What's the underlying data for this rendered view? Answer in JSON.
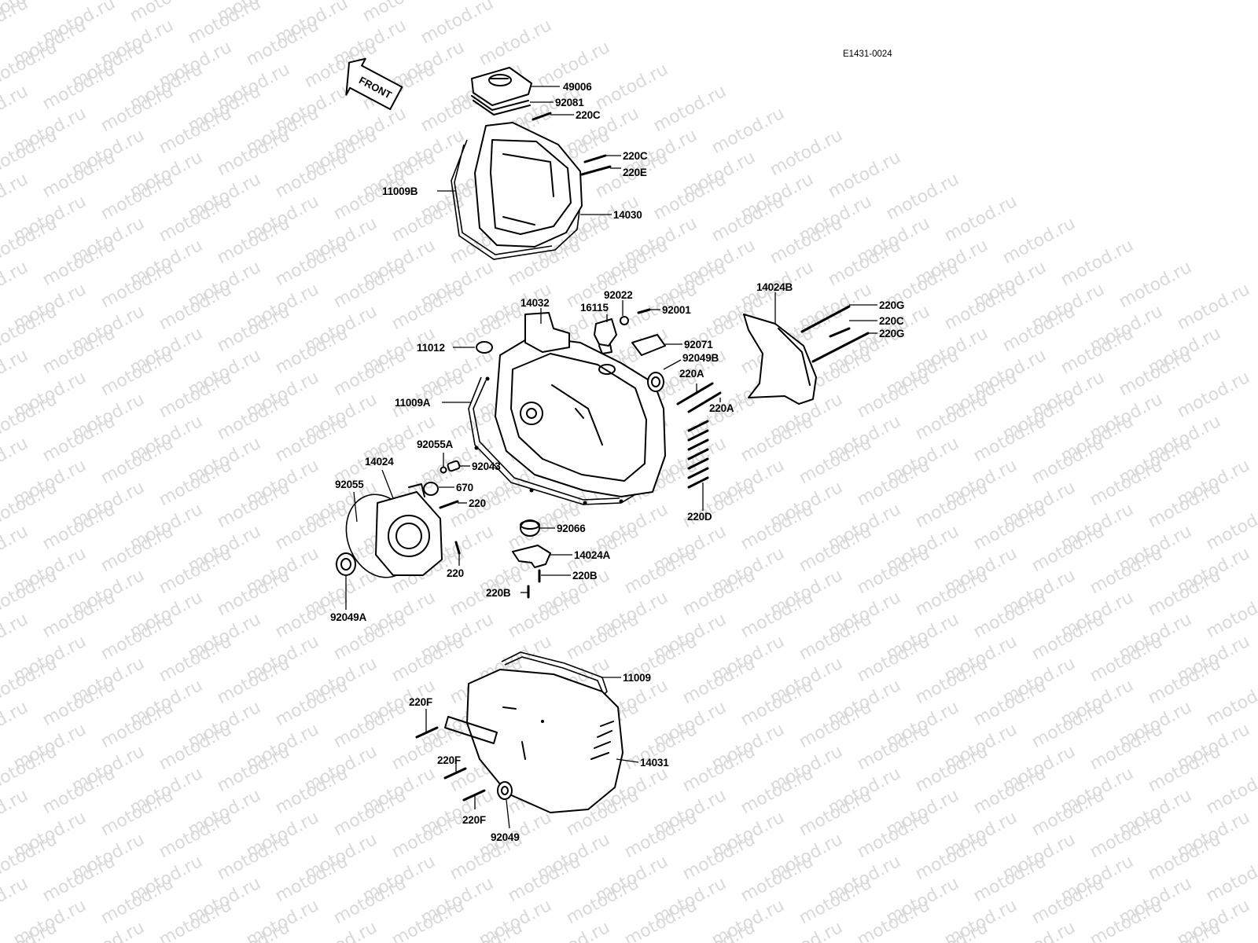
{
  "diagram": {
    "code": "E1431-0024",
    "front_label": "FRONT",
    "watermark": "motod.ru",
    "callouts": {
      "p49006": "49006",
      "p92081": "92081",
      "p220C_top": "220C",
      "p220C_b": "220C",
      "p220E": "220E",
      "p11009B": "11009B",
      "p14030": "14030",
      "p14032": "14032",
      "p16115": "16115",
      "p92022": "92022",
      "p92001": "92001",
      "p14024B": "14024B",
      "p220G_a": "220G",
      "p220C_r": "220C",
      "p220G_b": "220G",
      "p11012": "11012",
      "p92071": "92071",
      "p92049B": "92049B",
      "p220A_a": "220A",
      "p220A_b": "220A",
      "p11009A": "11009A",
      "p92055A": "92055A",
      "p14024": "14024",
      "p92043": "92043",
      "p92055": "92055",
      "p670": "670",
      "p220_a": "220",
      "p220D": "220D",
      "p92066": "92066",
      "p14024A": "14024A",
      "p220_b": "220",
      "p220B_a": "220B",
      "p220B_b": "220B",
      "p92049A": "92049A",
      "p11009": "11009",
      "p220F_a": "220F",
      "p14031": "14031",
      "p220F_b": "220F",
      "p220F_c": "220F",
      "p92049": "92049"
    }
  }
}
